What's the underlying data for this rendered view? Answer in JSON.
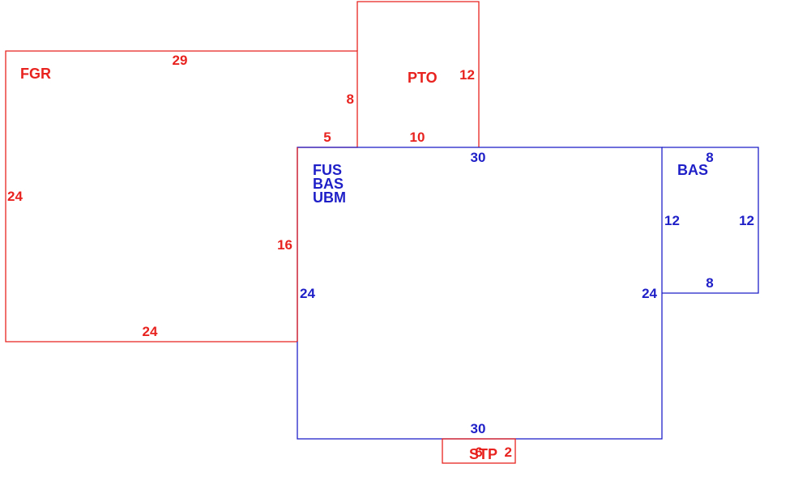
{
  "colors": {
    "red": "#e8231f",
    "blue": "#1f1fc8"
  },
  "areas": {
    "fgr": "FGR",
    "pto": "PTO",
    "fus": "FUS",
    "bas_main": "BAS",
    "ubm": "UBM",
    "bas_side": "BAS",
    "stp": "STP"
  },
  "dimensions": {
    "fgr_top": "29",
    "fgr_left": "24",
    "fgr_bottom": "24",
    "fgr_right_lower": "16",
    "fgr_right_upper": "8",
    "fgr_step": "5",
    "pto_right": "12",
    "pto_bottom": "10",
    "main_top": "30",
    "main_left": "24",
    "main_right": "24",
    "main_bottom": "30",
    "side_top": "8",
    "side_left": "12",
    "side_right": "12",
    "side_bottom": "8",
    "stp_width": "6",
    "stp_height": "2"
  }
}
